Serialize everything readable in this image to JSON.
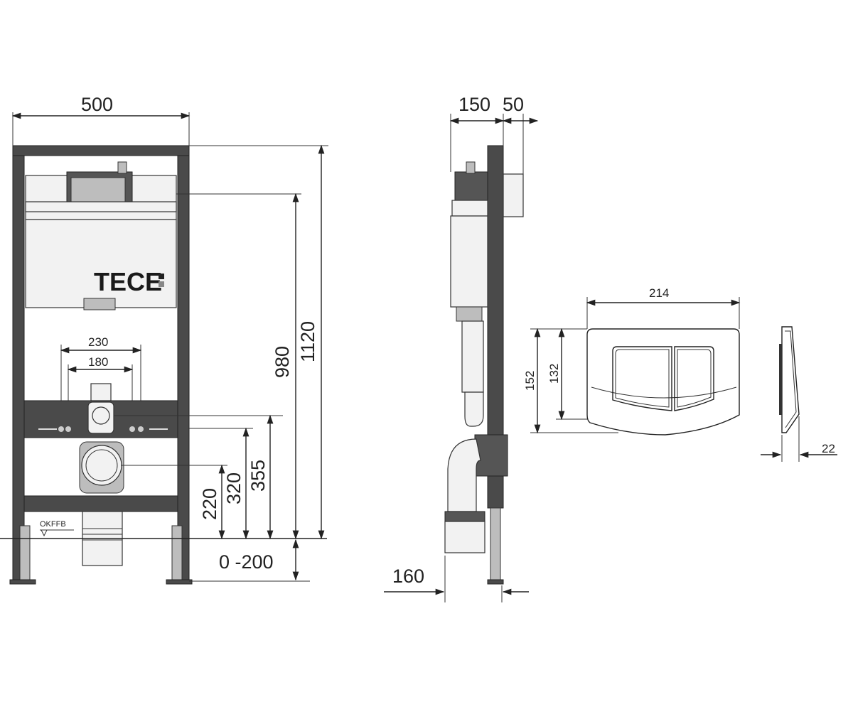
{
  "front_view": {
    "width_label": "500",
    "logo": "TECE",
    "spacing_outer_label": "230",
    "spacing_inner_label": "180",
    "floor_label": "OKFFB",
    "height_total_label": "1120",
    "height_cistern_label": "980",
    "height_355_label": "355",
    "height_320_label": "320",
    "height_220_label": "220",
    "adjust_label": "0 -200"
  },
  "side_view": {
    "depth_label": "150",
    "depth_offset_label": "50",
    "foot_label": "160"
  },
  "plate_view": {
    "width_label": "214",
    "height_outer_label": "152",
    "height_inner_label": "132",
    "thickness_label": "22"
  },
  "colors": {
    "frame": "#4a4a4a",
    "line": "#222222",
    "background": "#ffffff"
  }
}
